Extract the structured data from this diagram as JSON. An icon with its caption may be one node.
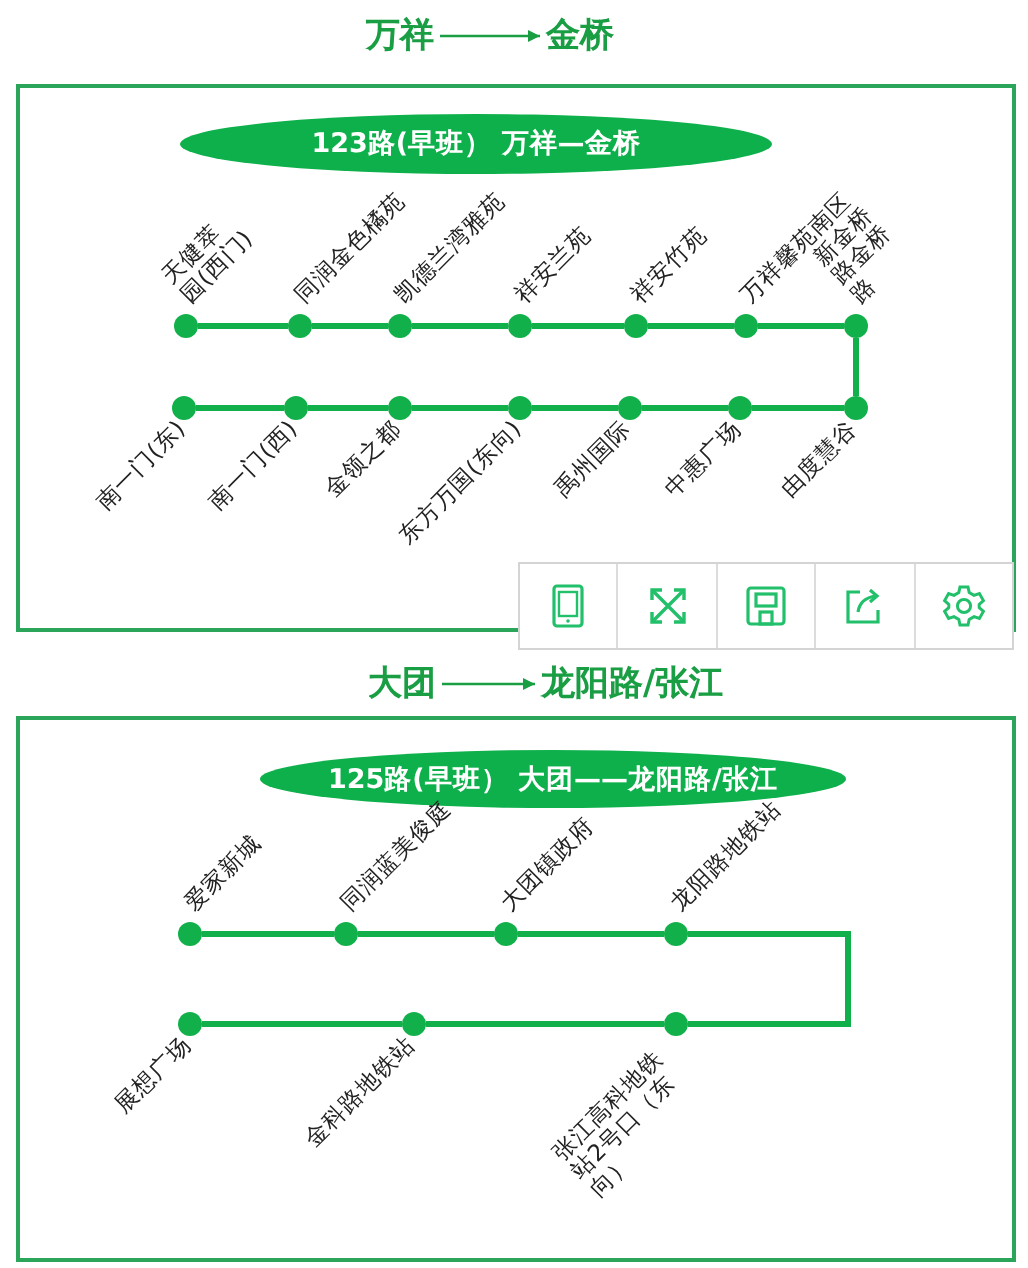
{
  "diagram": {
    "nodes": [
      {
        "text": [
          "万祥"
        ]
      },
      {
        "text": [
          "金桥"
        ]
      },
      {
        "text": [],
        "shape": "box"
      },
      {
        "text": [
          "123路(早班） 万祥—金桥"
        ],
        "in": 2
      },
      {
        "text": [],
        "shape": "circle",
        "in": 2,
        "beside": [
          "天健萃园(西门)"
        ]
      },
      {
        "text": [],
        "shape": "circle",
        "in": 2,
        "beside": [
          "同润金色橘苑"
        ]
      },
      {
        "text": [],
        "shape": "circle",
        "in": 2,
        "beside": [
          "凯德兰湾雅苑"
        ]
      },
      {
        "text": [],
        "shape": "circle",
        "in": 2,
        "beside": [
          "祥安兰苑"
        ]
      },
      {
        "text": [],
        "shape": "circle",
        "in": 2,
        "beside": [
          "祥安竹苑"
        ]
      },
      {
        "text": [],
        "shape": "circle",
        "in": 2,
        "beside": [
          "万祥馨苑南区"
        ]
      },
      {
        "text": [],
        "shape": "circle",
        "in": 2,
        "beside": [
          "新金桥路金桥路"
        ]
      },
      {
        "text": [],
        "shape": "circle",
        "in": 2,
        "beside": [
          "南一门(东)"
        ]
      },
      {
        "text": [],
        "shape": "circle",
        "in": 2,
        "beside": [
          "南一门(西)"
        ]
      },
      {
        "text": [],
        "shape": "circle",
        "in": 2,
        "beside": [
          "金领之都"
        ]
      },
      {
        "text": [],
        "shape": "circle",
        "in": 2,
        "beside": [
          "东方万国(东向)"
        ]
      },
      {
        "text": [],
        "shape": "circle",
        "in": 2,
        "beside": [
          "禹州国际"
        ]
      },
      {
        "text": [],
        "shape": "circle",
        "in": 2,
        "beside": [
          "中惠广场"
        ]
      },
      {
        "text": [],
        "shape": "circle",
        "in": 2,
        "beside": [
          "由度慧谷"
        ]
      },
      {
        "text": [
          "大团"
        ]
      },
      {
        "text": [
          "龙阳路/张江"
        ]
      },
      {
        "text": [],
        "shape": "box"
      },
      {
        "text": [
          "125路(早班） 大团——龙阳路/张江"
        ],
        "in": 20
      },
      {
        "text": [],
        "shape": "circle",
        "in": 20,
        "beside": [
          "爱家新城"
        ]
      },
      {
        "text": [],
        "shape": "circle",
        "in": 20,
        "beside": [
          "同润蓝美俊庭"
        ]
      },
      {
        "text": [],
        "shape": "circle",
        "in": 20,
        "beside": [
          "大团镇政府"
        ]
      },
      {
        "text": [],
        "shape": "circle",
        "in": 20,
        "beside": [
          "龙阳路地铁站"
        ]
      },
      {
        "text": [],
        "shape": "circle",
        "in": 20,
        "beside": [
          "展想广场"
        ]
      },
      {
        "text": [],
        "shape": "circle",
        "in": 20,
        "beside": [
          "金科路地铁站"
        ]
      },
      {
        "text": [],
        "shape": "circle",
        "in": 20,
        "beside": [
          "张江高科地铁站2号口（东向）"
        ]
      }
    ],
    "edges": [
      {
        "from": 0,
        "to": 1,
        "arrow": "to"
      },
      {
        "from": 4,
        "to": 5,
        "arrow": "none"
      },
      {
        "from": 5,
        "to": 6,
        "arrow": "none"
      },
      {
        "from": 6,
        "to": 7,
        "arrow": "none"
      },
      {
        "from": 7,
        "to": 8,
        "arrow": "none"
      },
      {
        "from": 8,
        "to": 9,
        "arrow": "none"
      },
      {
        "from": 9,
        "to": 10,
        "arrow": "none"
      },
      {
        "from": 10,
        "to": 17,
        "arrow": "none"
      },
      {
        "from": 17,
        "to": 16,
        "arrow": "none"
      },
      {
        "from": 16,
        "to": 15,
        "arrow": "none"
      },
      {
        "from": 15,
        "to": 14,
        "arrow": "none"
      },
      {
        "from": 14,
        "to": 13,
        "arrow": "none"
      },
      {
        "from": 13,
        "to": 12,
        "arrow": "none"
      },
      {
        "from": 12,
        "to": 11,
        "arrow": "none"
      },
      {
        "from": 18,
        "to": 19,
        "arrow": "to"
      },
      {
        "from": 22,
        "to": 23,
        "arrow": "none"
      },
      {
        "from": 23,
        "to": 24,
        "arrow": "none"
      },
      {
        "from": 24,
        "to": 25,
        "arrow": "none"
      },
      {
        "from": 25,
        "to": 28,
        "arrow": "none"
      },
      {
        "from": 28,
        "to": 27,
        "arrow": "none"
      },
      {
        "from": 27,
        "to": 26,
        "arrow": "none"
      }
    ]
  }
}
